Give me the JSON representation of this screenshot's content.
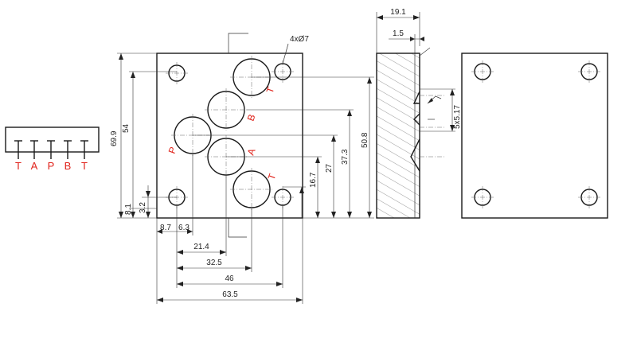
{
  "legend": {
    "ports": [
      "T",
      "A",
      "P",
      "B",
      "T"
    ]
  },
  "front_view": {
    "hole_note": "4xØ7",
    "port_labels": {
      "top_right": "T",
      "b": "B",
      "p": "P",
      "a": "A",
      "bottom_right": "T"
    },
    "dimensions": {
      "left_total": "69.9",
      "left_54": "54",
      "left_8_1": "8.1",
      "left_3_2": "3.2",
      "right_50_8": "50.8",
      "right_37_3": "37.3",
      "right_27": "27",
      "right_16_7": "16.7",
      "bottom_8_7": "8.7",
      "bottom_6_3": "6.3",
      "bottom_21_4": "21.4",
      "bottom_32_5": "32.5",
      "bottom_46": "46",
      "bottom_63_5": "63.5"
    }
  },
  "side_view": {
    "dimensions": {
      "top_19_1": "19.1",
      "top_1_5": "1.5",
      "thread": "5x5.17"
    }
  }
}
